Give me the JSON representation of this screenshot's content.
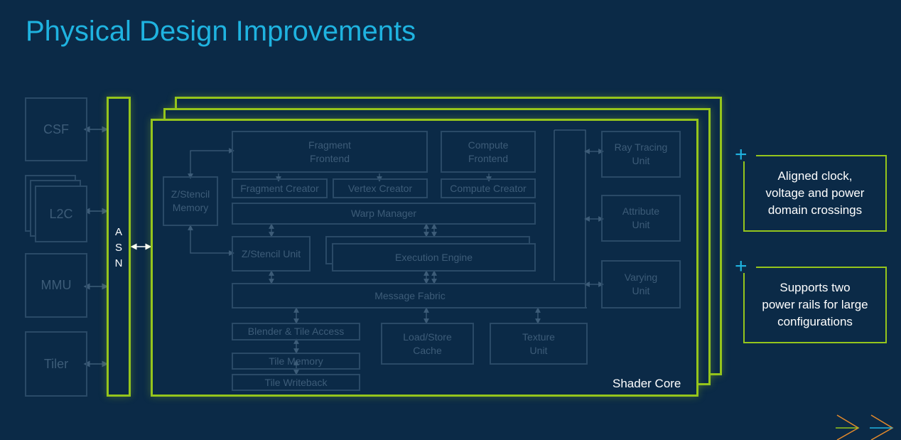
{
  "title": "Physical Design Improvements",
  "left_blocks": {
    "csf": "CSF",
    "l2c": "L2C",
    "mmu": "MMU",
    "tiler": "Tiler"
  },
  "asn": {
    "letters": [
      "A",
      "S",
      "N"
    ]
  },
  "shader_core": {
    "label": "Shader Core",
    "blocks": {
      "fragment_frontend": [
        "Fragment",
        "Frontend"
      ],
      "compute_frontend": [
        "Compute",
        "Frontend"
      ],
      "ray_tracing_unit": [
        "Ray Tracing",
        "Unit"
      ],
      "zstencil_memory": [
        "Z/Stencil",
        "Memory"
      ],
      "fragment_creator": "Fragment Creator",
      "vertex_creator": "Vertex Creator",
      "compute_creator": "Compute Creator",
      "warp_manager": "Warp Manager",
      "attribute_unit": [
        "Attribute",
        "Unit"
      ],
      "zstencil_unit": "Z/Stencil Unit",
      "execution_engine": "Execution Engine",
      "varying_unit": [
        "Varying",
        "Unit"
      ],
      "message_fabric": "Message Fabric",
      "blender_tile_access": "Blender & Tile Access",
      "load_store_cache": [
        "Load/Store",
        "Cache"
      ],
      "texture_unit": [
        "Texture",
        "Unit"
      ],
      "tile_memory": "Tile Memory",
      "tile_writeback": "Tile Writeback"
    }
  },
  "callouts": [
    {
      "lines": [
        "Aligned clock,",
        "voltage and power",
        "domain crossings"
      ]
    },
    {
      "lines": [
        "Supports two",
        "power rails for large",
        "configurations"
      ]
    }
  ],
  "colors": {
    "background": "#0b2a47",
    "accent_green": "#95c51c",
    "title_blue": "#1fb3e0",
    "dim_border": "#2a4a67",
    "dim_text": "#3d5c78",
    "arrow_orange": "#e58a2b"
  },
  "icons": [
    "plus-icon",
    "chevron-right-icon"
  ]
}
